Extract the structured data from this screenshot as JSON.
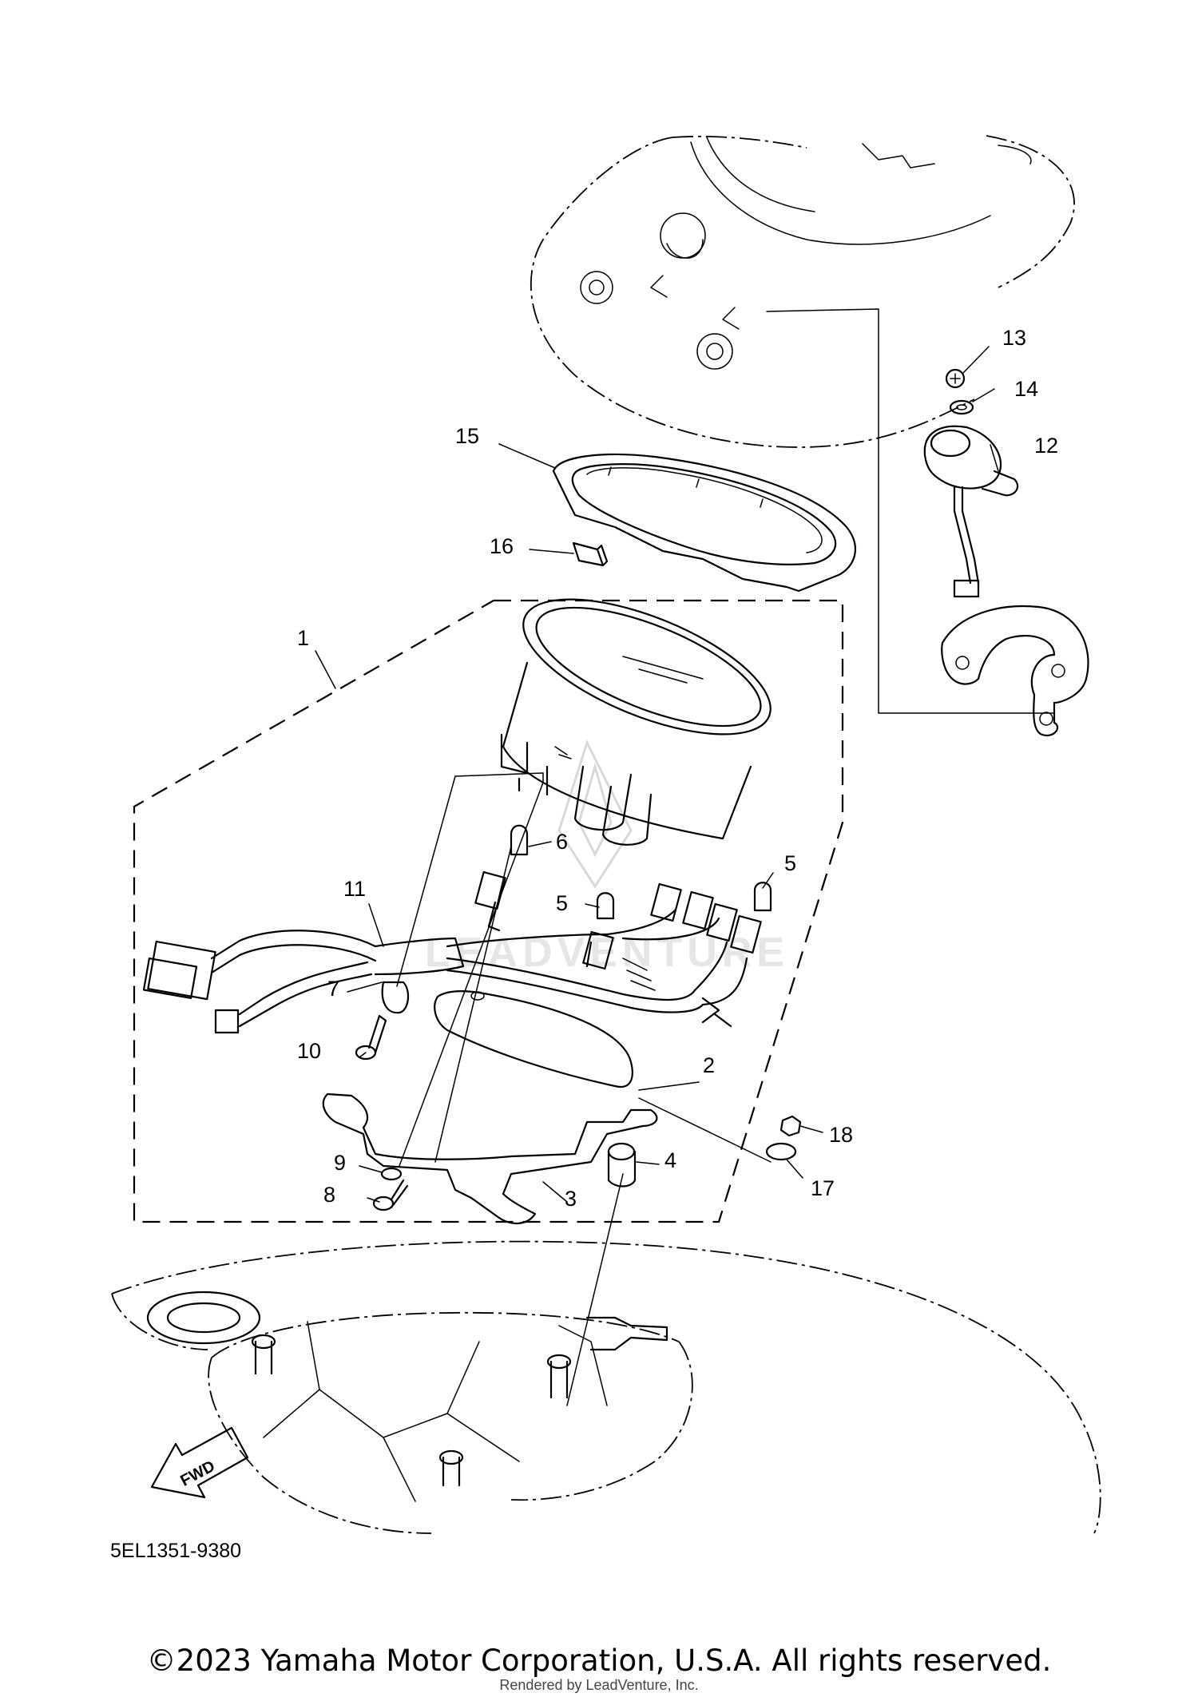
{
  "diagram_code": "5EL1351-9380",
  "fwd_arrow_text": "FWD",
  "copyright": "©2023 Yamaha Motor Corporation, U.S.A. All rights reserved.",
  "rendered_by": "Rendered by LeadVenture, Inc.",
  "watermark_text": "LEADVENTURE",
  "callouts": {
    "p1": "1",
    "p2": "2",
    "p3": "3",
    "p4": "4",
    "p5a": "5",
    "p5b": "5",
    "p6": "6",
    "p7": "7",
    "p8": "8",
    "p9": "9",
    "p10": "10",
    "p11": "11",
    "p12": "12",
    "p13": "13",
    "p14": "14",
    "p15": "15",
    "p16": "16",
    "p17": "17",
    "p18": "18"
  }
}
